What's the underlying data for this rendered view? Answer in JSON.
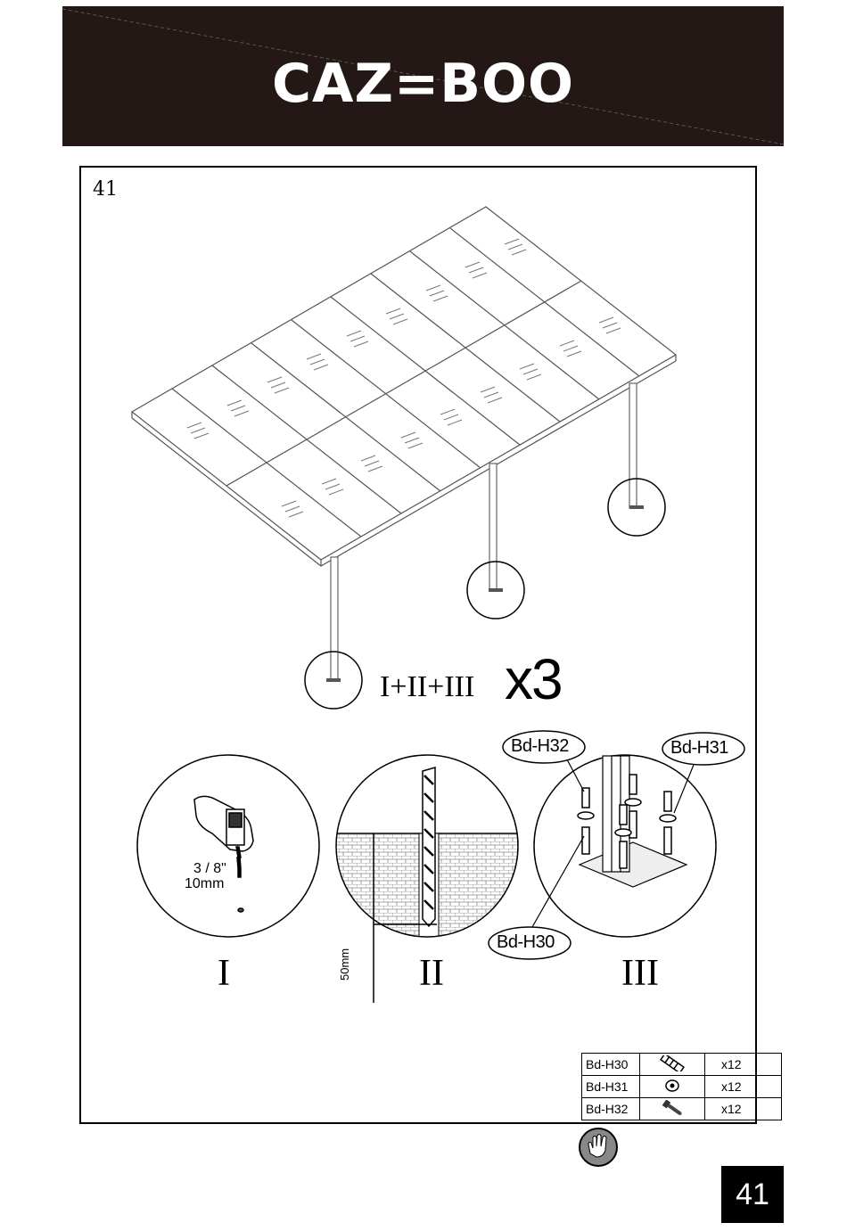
{
  "header": {
    "brand": "CAZ=BOO",
    "background": "#231815"
  },
  "step": {
    "number": "41",
    "formula": "I+II+III",
    "multiplier": "x3",
    "labels": [
      "I",
      "II",
      "III"
    ]
  },
  "detail_I": {
    "drill_size": "3 / 8\"",
    "drill_metric": "10mm"
  },
  "detail_II": {
    "depth": "50mm"
  },
  "detail_III": {
    "callouts": [
      "Bd-H32",
      "Bd-H31",
      "Bd-H30"
    ]
  },
  "parts": [
    {
      "code": "Bd-H30",
      "icon": "anchor-plug-icon",
      "qty": "x12"
    },
    {
      "code": "Bd-H31",
      "icon": "washer-icon",
      "qty": "x12"
    },
    {
      "code": "Bd-H32",
      "icon": "screw-icon",
      "qty": "x12"
    }
  ],
  "footer": {
    "safety_icon": "gloves-icon",
    "page_number": "41"
  }
}
